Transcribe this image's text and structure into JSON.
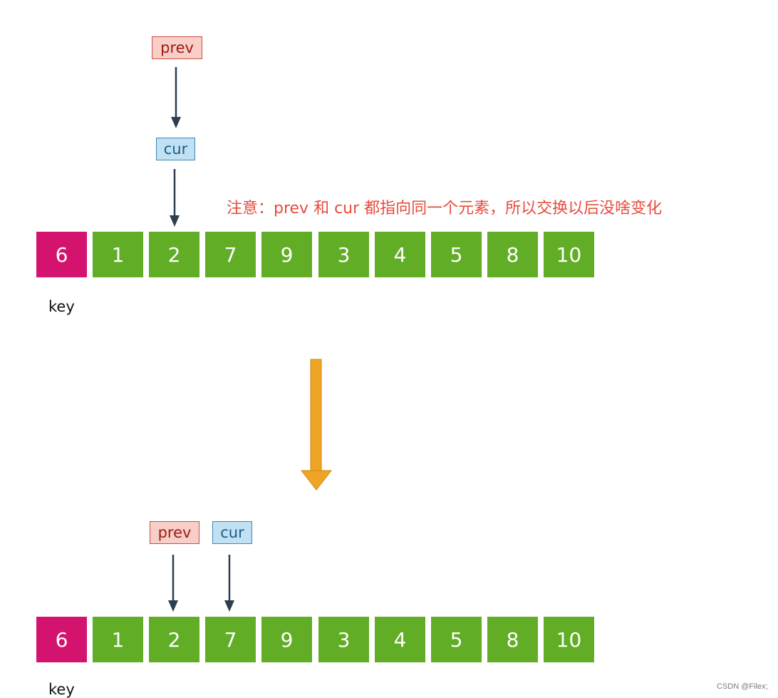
{
  "top_state": {
    "prev_label": "prev",
    "cur_label": "cur",
    "note": "注意：prev 和 cur 都指向同一个元素，所以交换以后没啥变化",
    "array": [
      "6",
      "1",
      "2",
      "7",
      "9",
      "3",
      "4",
      "5",
      "8",
      "10"
    ],
    "key_label": "key"
  },
  "bottom_state": {
    "prev_label": "prev",
    "cur_label": "cur",
    "array": [
      "6",
      "1",
      "2",
      "7",
      "9",
      "3",
      "4",
      "5",
      "8",
      "10"
    ],
    "key_label": "key"
  },
  "watermark": "CSDN @Filex;",
  "colors": {
    "key_cell": "#d4136f",
    "cell": "#62ad26",
    "prev_fill": "#f8cfc8",
    "prev_border": "#cc4d44",
    "cur_fill": "#bfe1f3",
    "cur_border": "#3f86b3",
    "pointer_arrow": "#2d3e50",
    "transition_arrow": "#eea424",
    "note_text": "#e64b3c"
  }
}
